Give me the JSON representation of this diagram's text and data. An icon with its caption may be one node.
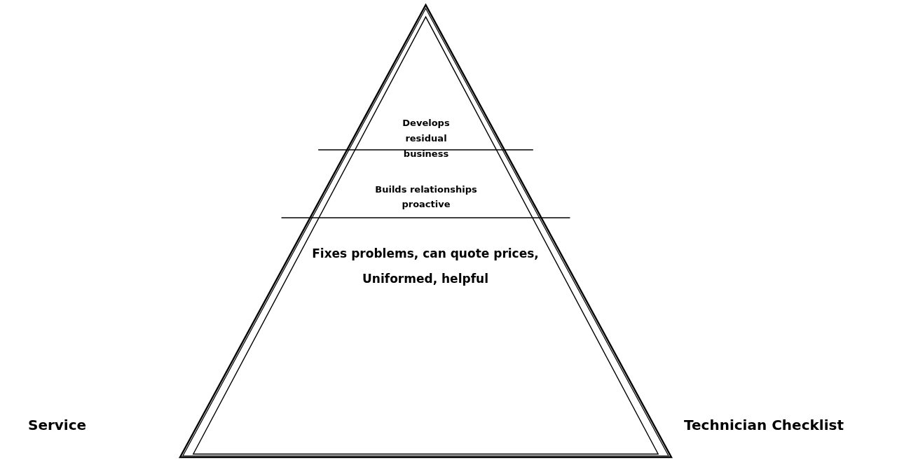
{
  "diagram": {
    "nodes": [
      {
        "text": [],
        "shape": "triangle"
      },
      {
        "text": [
          "Develops residual business"
        ],
        "in": 0
      },
      {
        "text": [
          "Builds relationships proactive"
        ],
        "in": 0
      },
      {
        "text": [
          "Fixes problems, can quote prices, Uniformed, helpful"
        ],
        "in": 0
      }
    ],
    "edges": [],
    "labels": [
      "Service",
      "Technician Checklist"
    ]
  }
}
